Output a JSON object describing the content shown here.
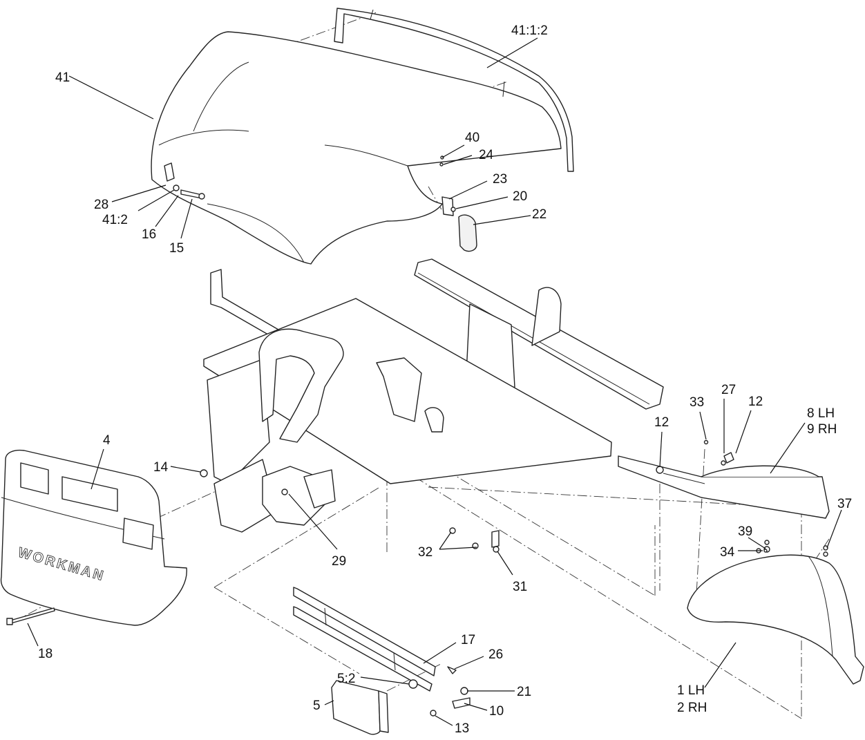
{
  "colors": {
    "line": "#222222",
    "background": "#ffffff",
    "shade": "#f2f2f2"
  },
  "brand_text": "WORKMAN",
  "callouts": {
    "c41": "41",
    "c41_1_2": "41:1:2",
    "c40": "40",
    "c24": "24",
    "c23": "23",
    "c20": "20",
    "c22": "22",
    "c28": "28",
    "c41_2": "41:2",
    "c16": "16",
    "c15": "15",
    "c4": "4",
    "c14": "14",
    "c29": "29",
    "c18": "18",
    "c32": "32",
    "c31": "31",
    "c12a": "12",
    "c33": "33",
    "c27": "27",
    "c12b": "12",
    "c8lh": "8 LH",
    "c9rh": "9 RH",
    "c37": "37",
    "c39": "39",
    "c34": "34",
    "c17": "17",
    "c26": "26",
    "c5_2": "5:2",
    "c21": "21",
    "c5": "5",
    "c10": "10",
    "c13": "13",
    "c1lh": "1 LH",
    "c2rh": "2 RH"
  }
}
